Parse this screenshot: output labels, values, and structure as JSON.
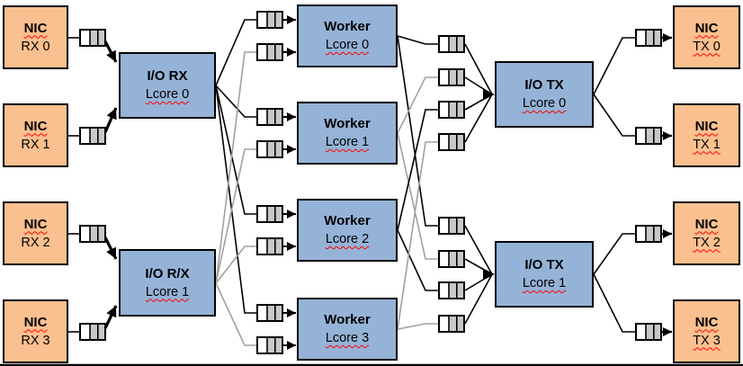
{
  "colors": {
    "nic_fill": "#FAC090",
    "lcore_fill": "#95B3D7",
    "line_black": "#000000",
    "line_gray": "#A0A0A0",
    "queue_cell": "#C8C8C8",
    "squiggle": "#FF0000"
  },
  "icon_names": {
    "queue": "fifo-queue-icon",
    "arrow": "flow-arrow-icon"
  },
  "nodes": {
    "nic_rx": [
      {
        "title": "NIC",
        "subtitle": "RX 0"
      },
      {
        "title": "NIC",
        "subtitle": "RX 1"
      },
      {
        "title": "NIC",
        "subtitle": "RX 2"
      },
      {
        "title": "NIC",
        "subtitle": "RX 3"
      }
    ],
    "io_rx": [
      {
        "title": "I/O RX",
        "subtitle": "Lcore 0"
      },
      {
        "title": "I/O R/X",
        "subtitle": "Lcore 1"
      }
    ],
    "workers": [
      {
        "title": "Worker",
        "subtitle": "Lcore 0"
      },
      {
        "title": "Worker",
        "subtitle": "Lcore 1"
      },
      {
        "title": "Worker",
        "subtitle": "Lcore 2"
      },
      {
        "title": "Worker",
        "subtitle": "Lcore 3"
      }
    ],
    "io_tx": [
      {
        "title": "I/O TX",
        "subtitle": "Lcore 0"
      },
      {
        "title": "I/O TX",
        "subtitle": "Lcore 1"
      }
    ],
    "nic_tx": [
      {
        "title": "NIC",
        "subtitle": "TX 0"
      },
      {
        "title": "NIC",
        "subtitle": "TX 1"
      },
      {
        "title": "NIC",
        "subtitle": "TX 2"
      },
      {
        "title": "NIC",
        "subtitle": "TX 3"
      }
    ]
  }
}
